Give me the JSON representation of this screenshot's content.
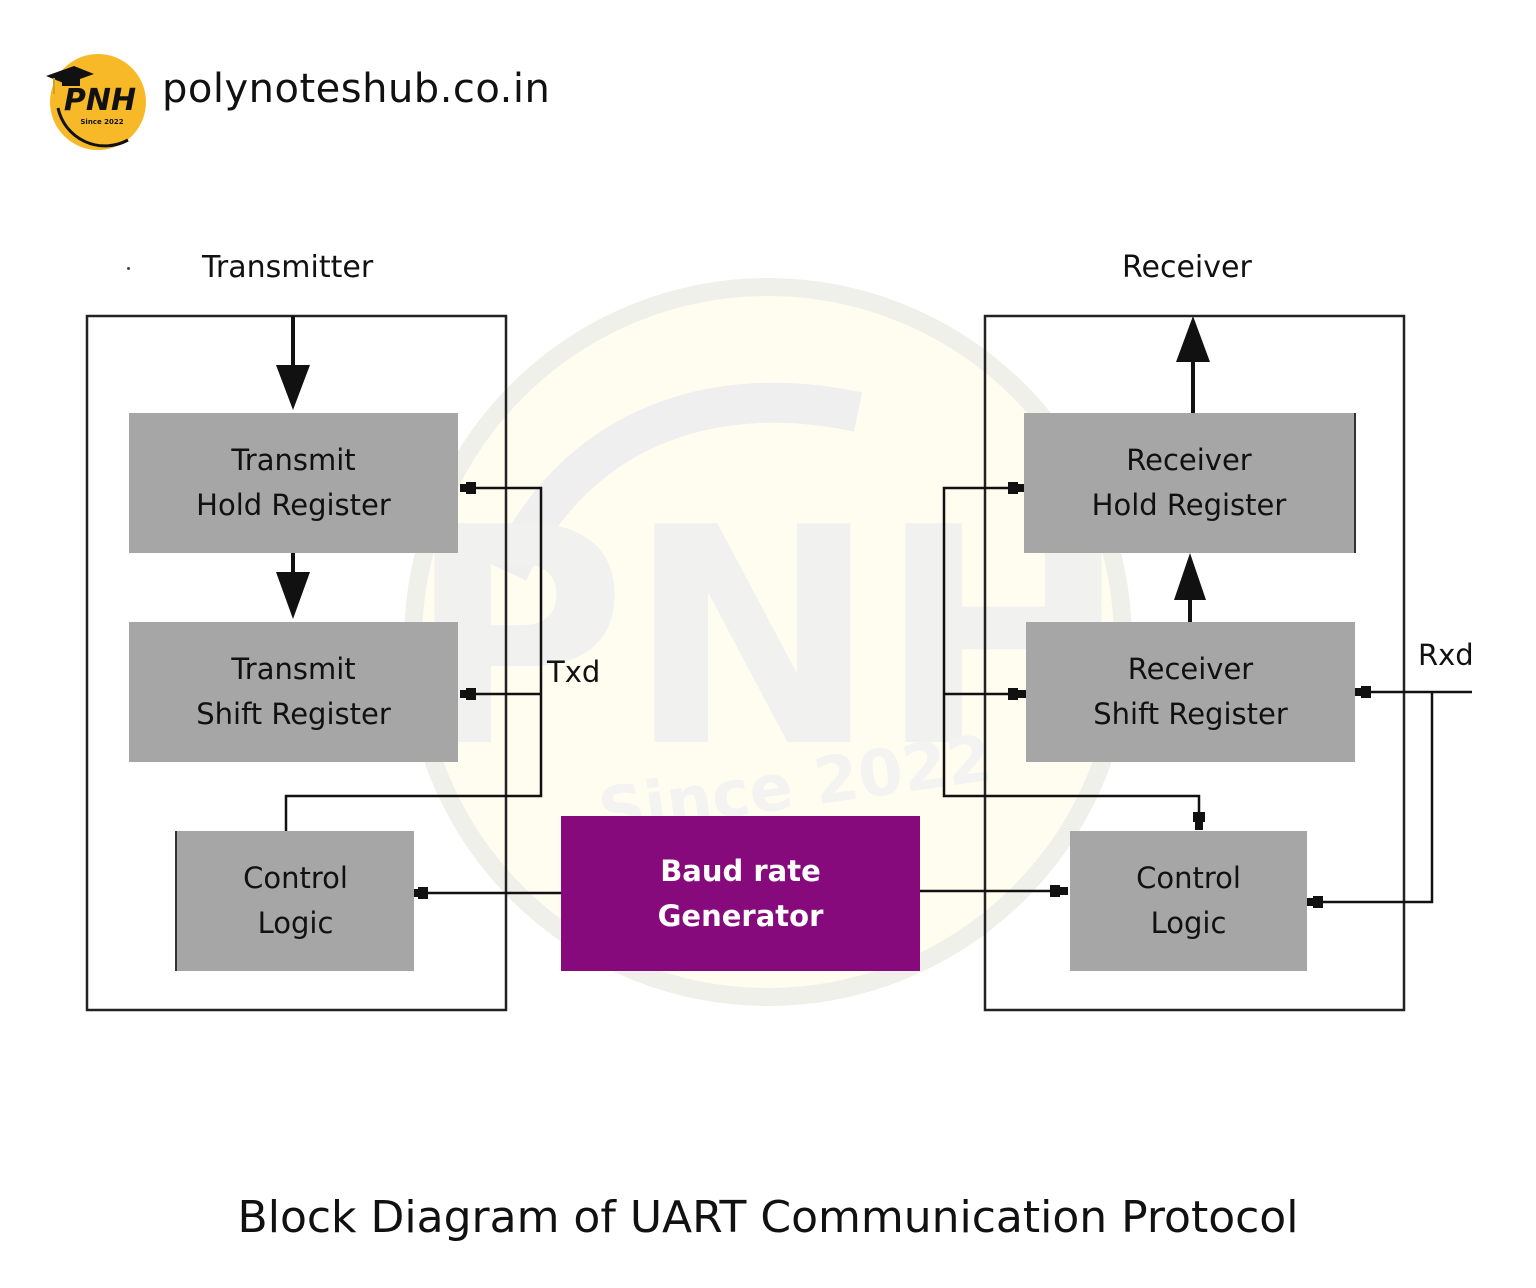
{
  "brand": {
    "logo_text": "PNH",
    "logo_subtext": "Since 2022",
    "logo_icon": "graduation-cap-icon",
    "site_name": "polynoteshub.co.in",
    "logo_color": "#f7b928"
  },
  "watermark": {
    "text": "PNH",
    "subtext": "Since 2022"
  },
  "diagram": {
    "transmitter": {
      "title": "Transmitter",
      "blocks": {
        "hold_register": {
          "line1": "Transmit",
          "line2": "Hold Register"
        },
        "shift_register": {
          "line1": "Transmit",
          "line2": "Shift Register"
        },
        "control_logic": {
          "line1": "Control",
          "line2": "Logic"
        }
      },
      "signal_label": "Txd"
    },
    "receiver": {
      "title": "Receiver",
      "blocks": {
        "hold_register": {
          "line1": "Receiver",
          "line2": "Hold Register"
        },
        "shift_register": {
          "line1": "Receiver",
          "line2": "Shift Register"
        },
        "control_logic": {
          "line1": "Control",
          "line2": "Logic"
        }
      },
      "signal_label": "Rxd"
    },
    "baud_rate_generator": {
      "line1": "Baud rate",
      "line2": "Generator"
    },
    "colors": {
      "block_fill": "#a6a6a6",
      "baud_fill": "#870a7d",
      "baud_text": "#ffffff",
      "line": "#111111"
    },
    "connections": [
      {
        "from": "external",
        "to": "transmit-hold-register",
        "style": "bold-arrow"
      },
      {
        "from": "transmit-hold-register",
        "to": "transmit-shift-register",
        "style": "bold-arrow"
      },
      {
        "from": "transmitter-control-logic",
        "to": "transmit-hold-register",
        "style": "thin-arrow"
      },
      {
        "from": "transmitter-control-logic",
        "to": "transmit-shift-register",
        "style": "thin-arrow"
      },
      {
        "from": "baud-rate-generator",
        "to": "transmitter-control-logic",
        "style": "thin-arrow"
      },
      {
        "from": "baud-rate-generator",
        "to": "receiver-control-logic",
        "style": "thin-arrow"
      },
      {
        "from": "receiver-hold-register",
        "to": "external",
        "style": "bold-arrow"
      },
      {
        "from": "receiver-shift-register",
        "to": "receiver-hold-register",
        "style": "bold-arrow"
      },
      {
        "from": "receiver-bus",
        "to": "receiver-hold-register",
        "style": "thin-arrow"
      },
      {
        "from": "receiver-bus",
        "to": "receiver-shift-register",
        "style": "thin-arrow"
      },
      {
        "from": "receiver-bus",
        "to": "receiver-control-logic",
        "style": "thin-arrow"
      },
      {
        "from": "rxd",
        "to": "receiver-shift-register",
        "style": "thin-arrow"
      },
      {
        "from": "rxd",
        "to": "receiver-control-logic",
        "style": "thin-arrow"
      }
    ]
  },
  "caption": "Block Diagram of UART Communication Protocol"
}
